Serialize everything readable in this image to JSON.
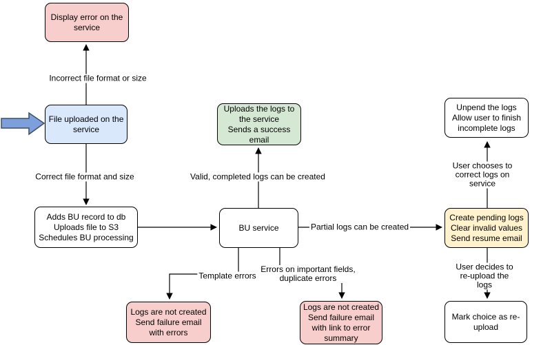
{
  "diagram": {
    "palette": {
      "node_border": "#000000",
      "edge_line": "#000000",
      "error_pink": "#f8cecc",
      "start_blue": "#dae8fc",
      "success_green": "#d5e8d4",
      "pending_yellow": "#fff2cc",
      "plain_white": "#ffffff",
      "input_arrow_fill": "#7da0dc",
      "input_arrow_stroke": "#3d4f63"
    },
    "nodes": {
      "display_error": {
        "label": "Display error on the\nservice",
        "fill": "#f8cecc"
      },
      "file_uploaded": {
        "label": "File uploaded on the\nservice",
        "fill": "#dae8fc"
      },
      "adds_bu_record": {
        "label": "Adds BU record to db\nUploads file to S3\nSchedules BU processing",
        "fill": "#ffffff"
      },
      "uploads_logs": {
        "label": "Uploads the logs to\nthe service\nSends a success\nemail",
        "fill": "#d5e8d4"
      },
      "bu_service": {
        "label": "BU service",
        "fill": "#ffffff"
      },
      "unpend_logs": {
        "label": "Unpend the logs\nAllow user to finish\nincomplete logs",
        "fill": "#ffffff"
      },
      "create_pending": {
        "label": "Create pending logs\nClear invalid values\nSend resume email",
        "fill": "#fff2cc"
      },
      "mark_choice": {
        "label": "Mark choice as re-\nupload",
        "fill": "#ffffff"
      },
      "logs_not_created_errors": {
        "label": "Logs are not created\nSend failure email\nwith errors",
        "fill": "#f8cecc"
      },
      "logs_not_created_summary": {
        "label": "Logs are not created\nSend failure email\nwith link to error\nsummary",
        "fill": "#f8cecc"
      }
    },
    "edge_labels": {
      "incorrect_file": "Incorrect file format or size",
      "correct_file": "Correct file format and size",
      "valid_completed": "Valid, completed logs can be created",
      "partial_logs": "Partial logs can be created",
      "template_errors": "Template errors",
      "errors_important": "Errors on important fields,\nduplicate errors",
      "user_chooses": "User chooses to correct logs on service",
      "user_decides": "User decides to re-upload the logs"
    }
  }
}
